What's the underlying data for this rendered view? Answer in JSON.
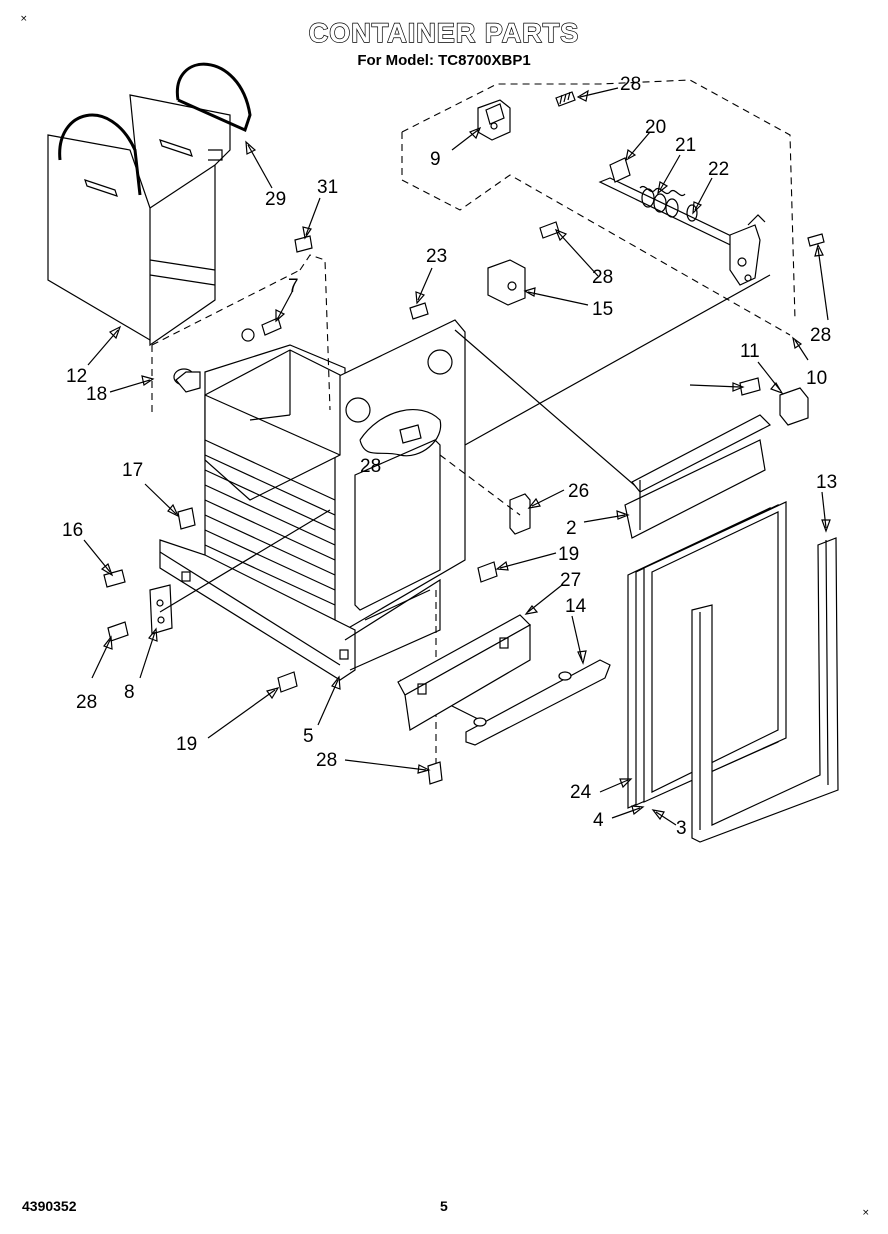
{
  "header": {
    "title": "CONTAINER PARTS",
    "subtitle": "For Model: TC8700XBP1"
  },
  "footer": {
    "doc_number": "4390352",
    "page_number": "5"
  },
  "marks": {
    "corner_tl": "×",
    "corner_br": "×"
  },
  "callouts": {
    "c28a": "28",
    "c9": "9",
    "c20": "20",
    "c21": "21",
    "c22": "22",
    "c12": "12",
    "c29": "29",
    "c31": "31",
    "c7": "7",
    "c18": "18",
    "c23": "23",
    "c28b": "28",
    "c15": "15",
    "c28c": "28",
    "c10": "10",
    "c11": "11",
    "c28d": "28",
    "c17": "17",
    "c26": "26",
    "c13": "13",
    "c16": "16",
    "c2": "2",
    "c19a": "19",
    "c27": "27",
    "c14": "14",
    "c28e": "28",
    "c8": "8",
    "c19b": "19",
    "c5": "5",
    "c28f": "28",
    "c24": "24",
    "c4": "4",
    "c3": "3"
  }
}
